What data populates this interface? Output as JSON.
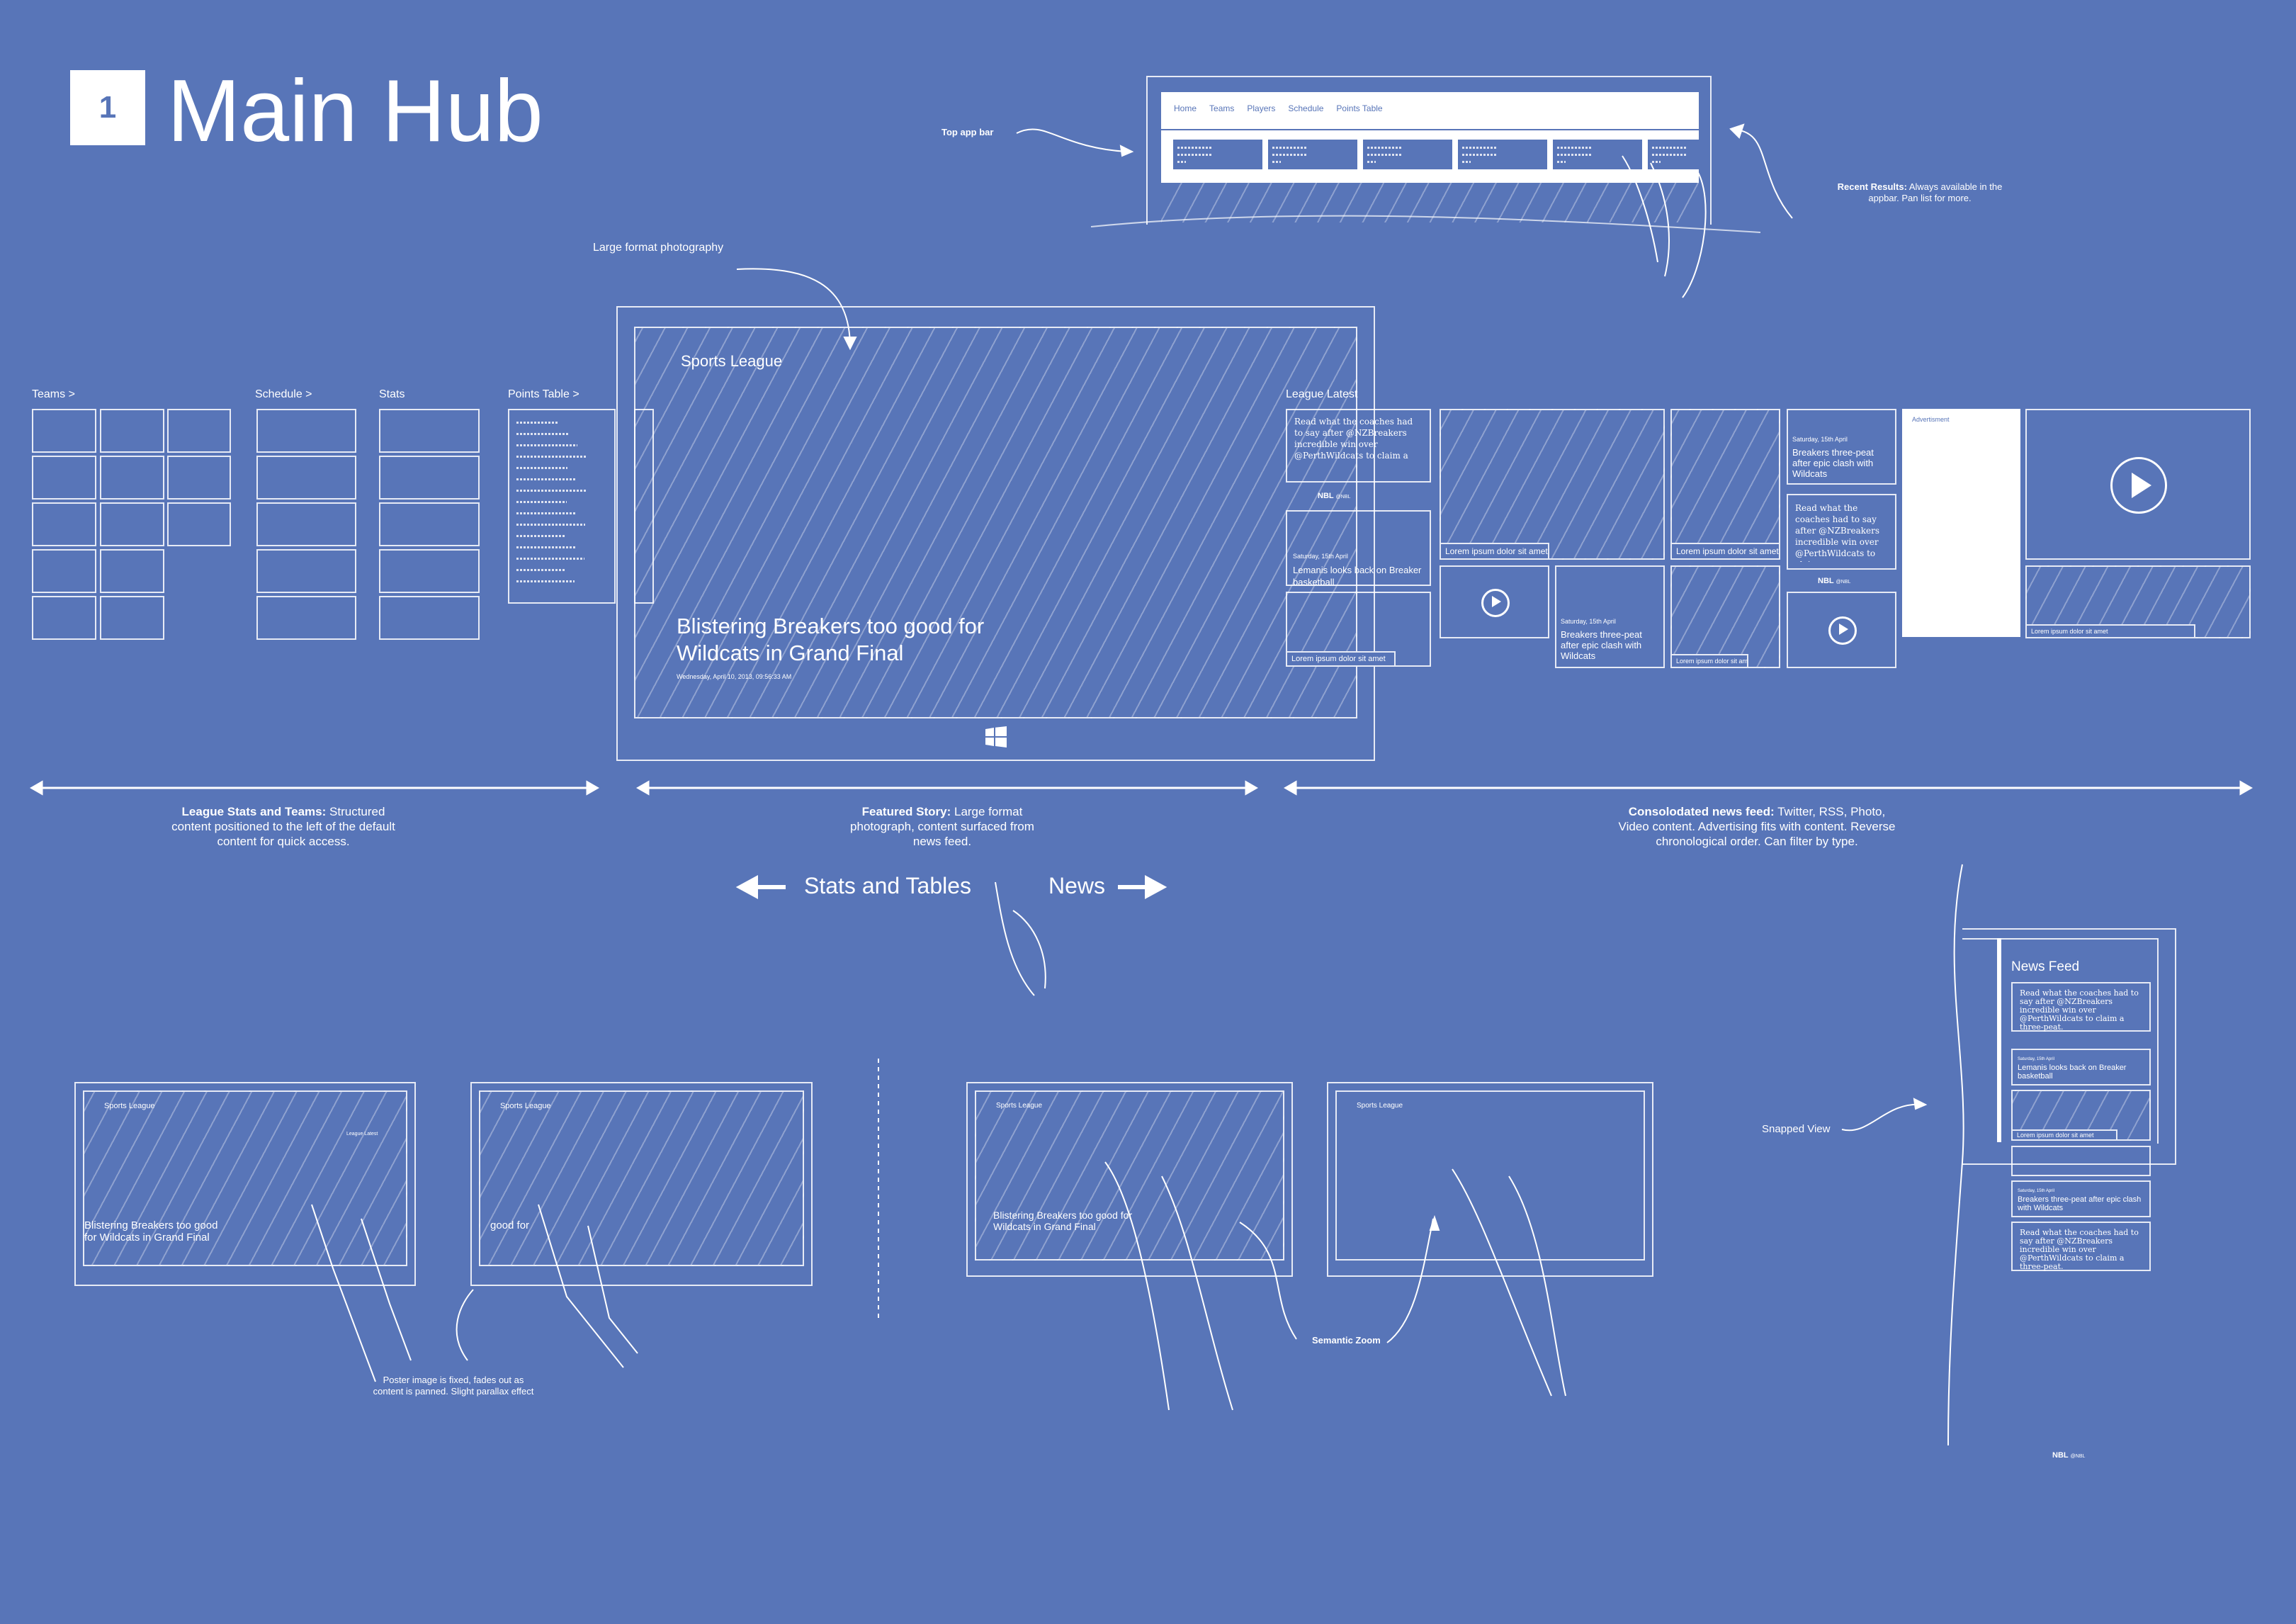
{
  "header": {
    "number": "1",
    "title": "Main Hub"
  },
  "annotations": {
    "top_app_bar": "Top app bar",
    "recent_results_bold": "Recent Results:",
    "recent_results_text": "Always available in the appbar. Pan list for more.",
    "large_format": "Large format photography",
    "league_stats_bold": "League Stats and Teams:",
    "league_stats_text": "Structured content positioned to the left of the default content for quick access.",
    "featured_bold": "Featured Story:",
    "featured_text": "Large format photograph, content surfaced from news feed.",
    "news_feed_bold": "Consolodated news feed:",
    "news_feed_text": "Twitter, RSS, Photo, Video content. Advertising fits with content. Reverse chronological order. Can filter by type.",
    "pan_left": "Stats and Tables",
    "pan_right": "News",
    "poster_note": "Poster image is fixed, fades out as content is panned. Slight parallax effect",
    "semantic_zoom": "Semantic Zoom",
    "snapped_view": "Snapped View"
  },
  "appbar": {
    "nav": [
      "Home",
      "Teams",
      "Players",
      "Schedule",
      "Points Table"
    ]
  },
  "hub": {
    "sections": {
      "teams": "Teams >",
      "schedule": "Schedule >",
      "stats": "Stats",
      "points_table": "Points Table >",
      "league_latest": "League Latest"
    },
    "app_title": "Sports League",
    "featured_headline": "Blistering Breakers too good for Wildcats in Grand Final",
    "featured_date": "Wednesday, April 10, 2013, 09:56:33 AM"
  },
  "feed": {
    "tweet": "Read what the coaches had to say after @NZBreakers incredible win over @PerthWildcats to claim a three-peat.",
    "tweet_short": "Read what the coaches had to say after @NZBreakers incredible win over @PerthWildcats to claim",
    "tweet_author": "NBL",
    "tweet_handle": "@NBL",
    "date": "Saturday, 15th April",
    "story1": "Lemanis looks back on Breaker basketball",
    "story2": "Breakers three-peat after epic clash with Wildcats",
    "caption": "Lorem ipsum dolor sit amet",
    "advert": "Advertisment"
  },
  "snapped": {
    "title": "News Feed"
  },
  "colors": {
    "background": "#5875b8",
    "line": "#ffffff"
  }
}
